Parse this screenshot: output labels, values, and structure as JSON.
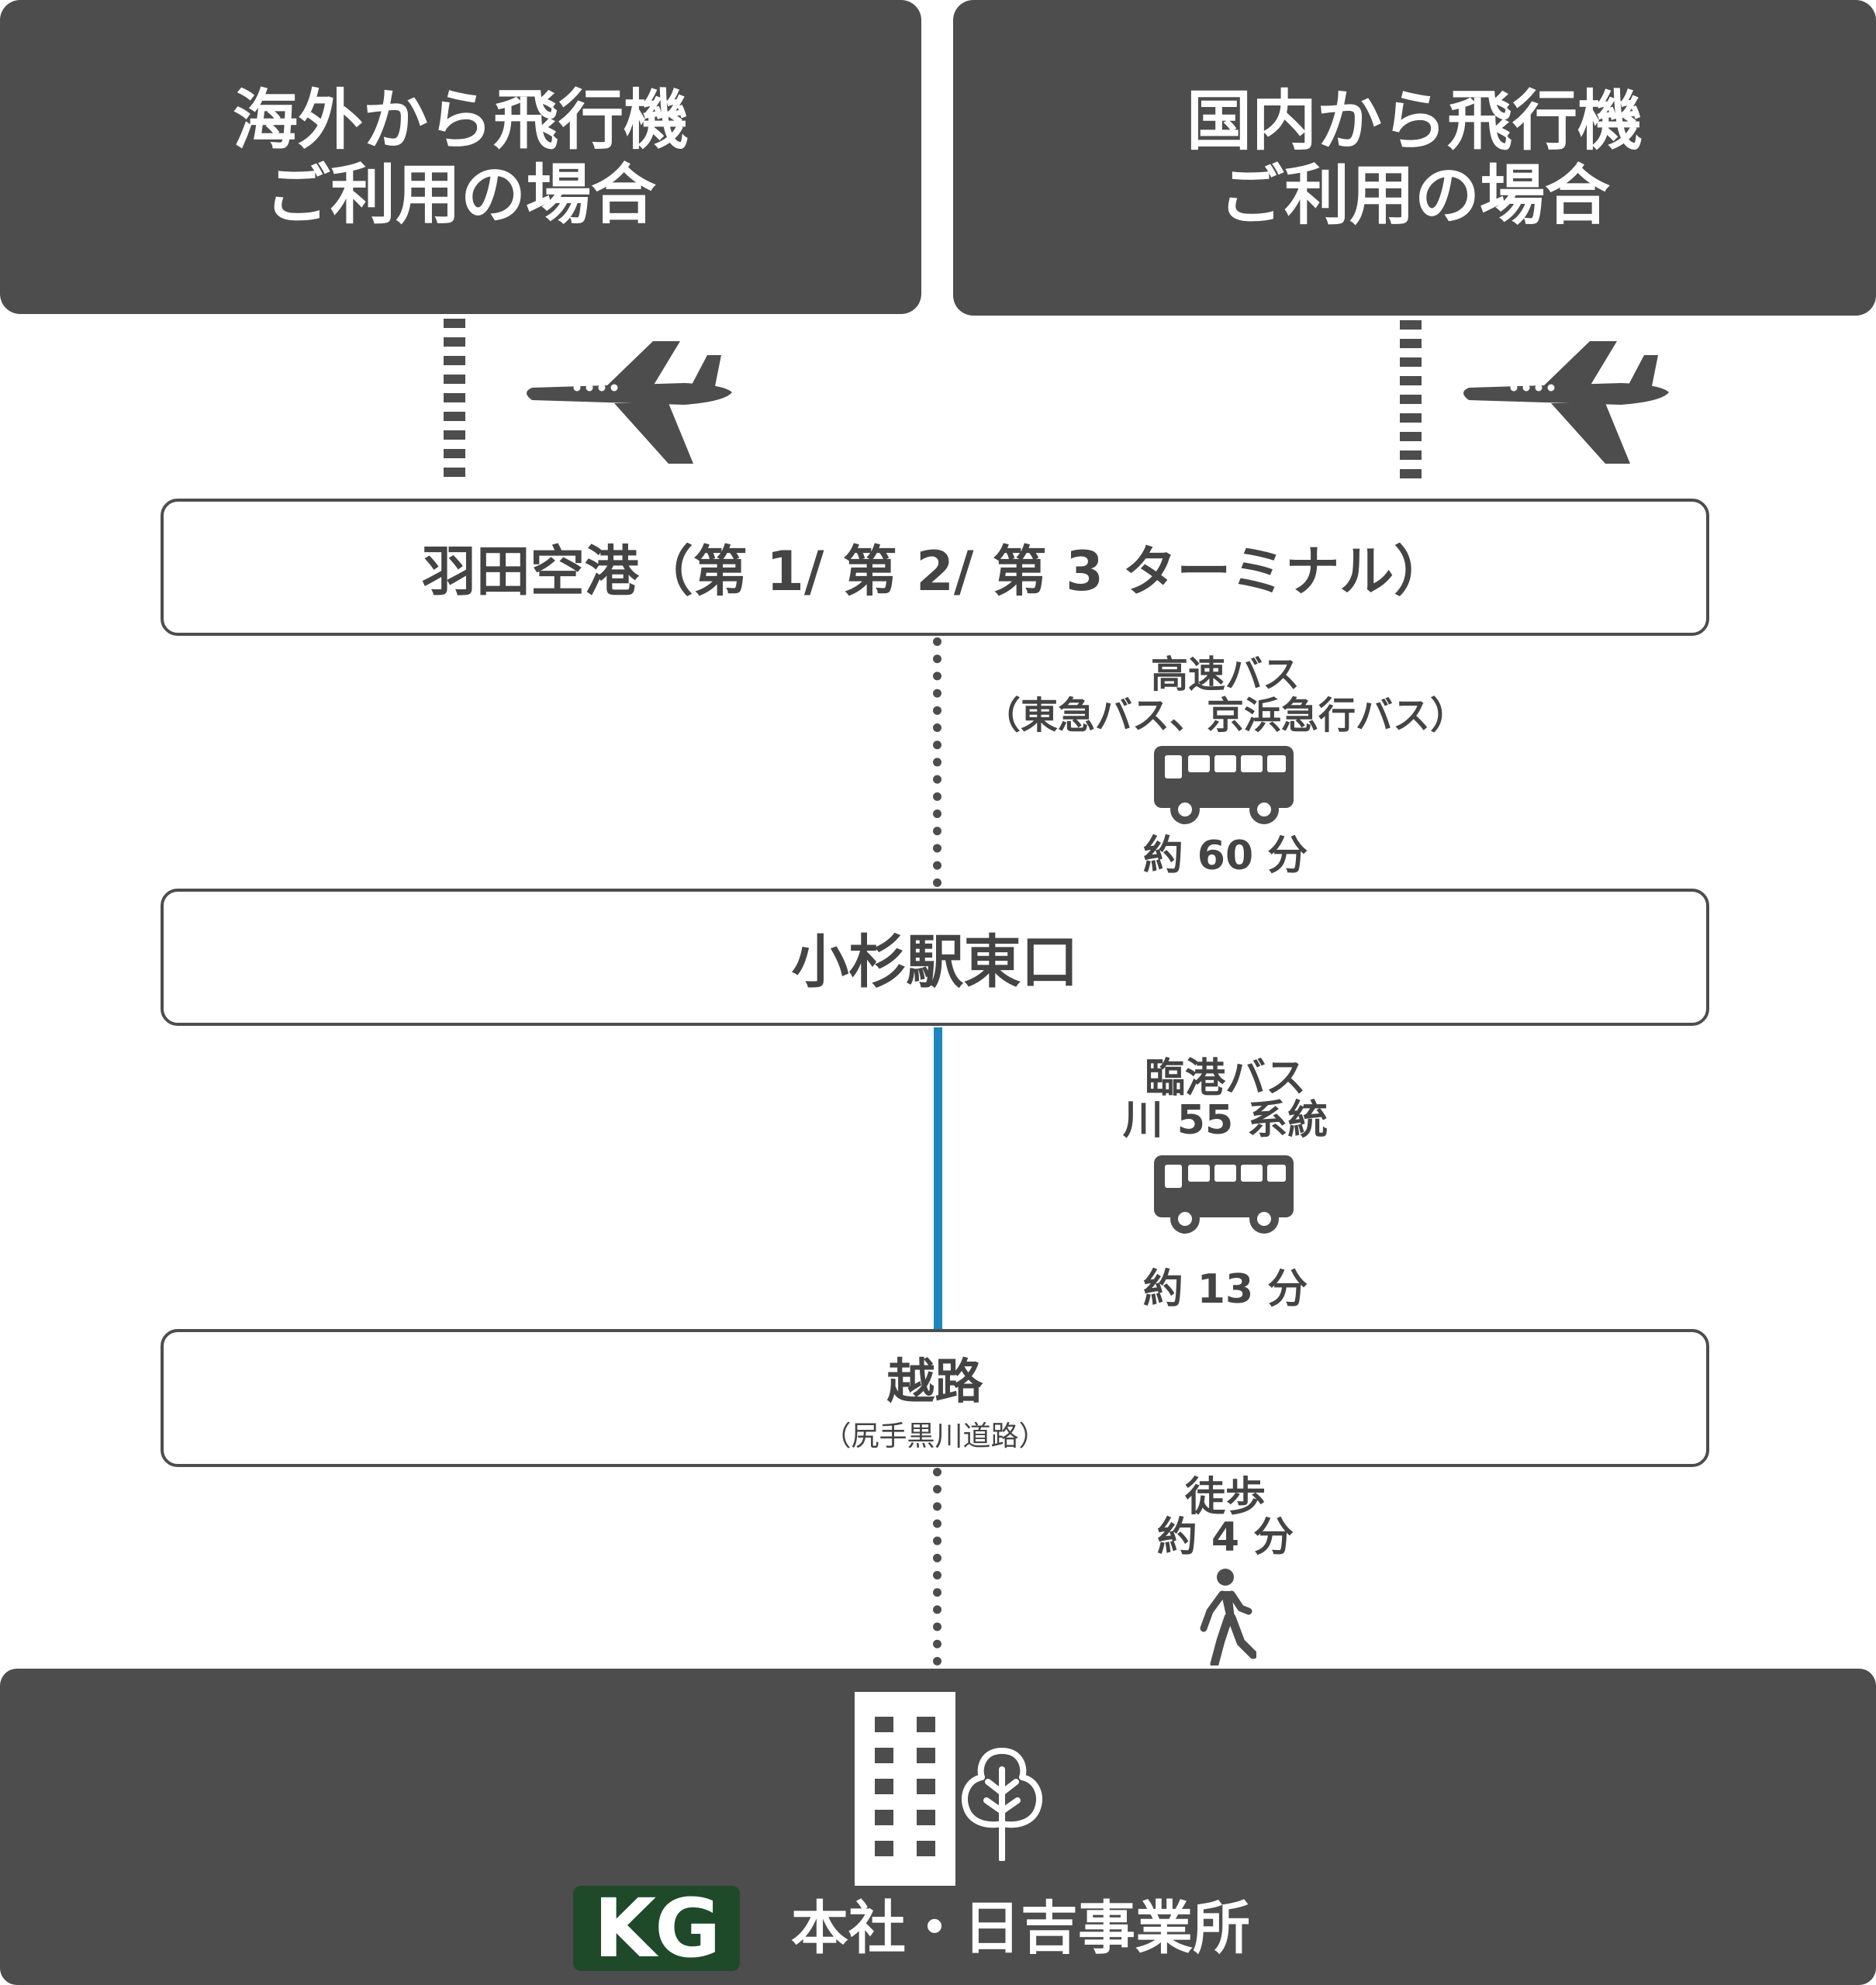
{
  "origins": {
    "overseas": {
      "line1": "海外から飛行機",
      "line2": "ご利用の場合"
    },
    "domestic": {
      "line1": "国内から飛行機",
      "line2": "ご利用の場合"
    }
  },
  "stations": {
    "haneda": {
      "name": "羽田空港（第 1/ 第 2/ 第 3 ターミナル）"
    },
    "kosugi": {
      "name": "小杉駅東口"
    },
    "koshiji": {
      "name": "越路",
      "sub": "（尻手黒川道路）"
    }
  },
  "segments": {
    "bus1": {
      "line1": "高速バス",
      "line2": "（東急バス、京浜急行バス）",
      "time": "約 60 分"
    },
    "bus2": {
      "line1": "臨港バス",
      "line2": "川 55 系統",
      "time": "約 13 分"
    },
    "walk": {
      "line1": "徒歩",
      "line2": "約 4 分"
    }
  },
  "destination": {
    "logo": "KG",
    "name": "本社・日吉事業所"
  },
  "colors": {
    "dark": "#4d4d4d",
    "route_line": "#1a87c0",
    "logo_green": "#1f4a2a"
  },
  "icons": [
    "airplane-icon",
    "bus-icon",
    "walking-person-icon",
    "office-building-icon",
    "tree-icon"
  ]
}
